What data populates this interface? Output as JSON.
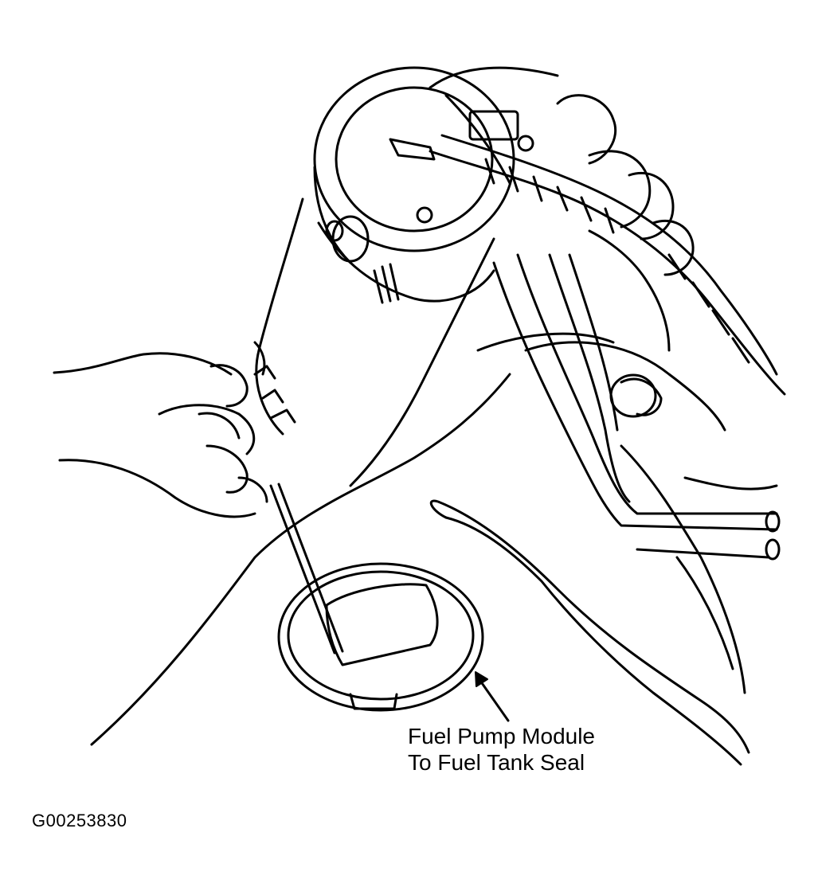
{
  "diagram": {
    "callout": {
      "line1": "Fuel Pump Module",
      "line2": "To Fuel Tank Seal"
    },
    "figure_id": "G00253830"
  },
  "colors": {
    "ink": "#000000",
    "paper": "#ffffff"
  },
  "icons": {
    "callout_arrow": "arrow-icon"
  }
}
